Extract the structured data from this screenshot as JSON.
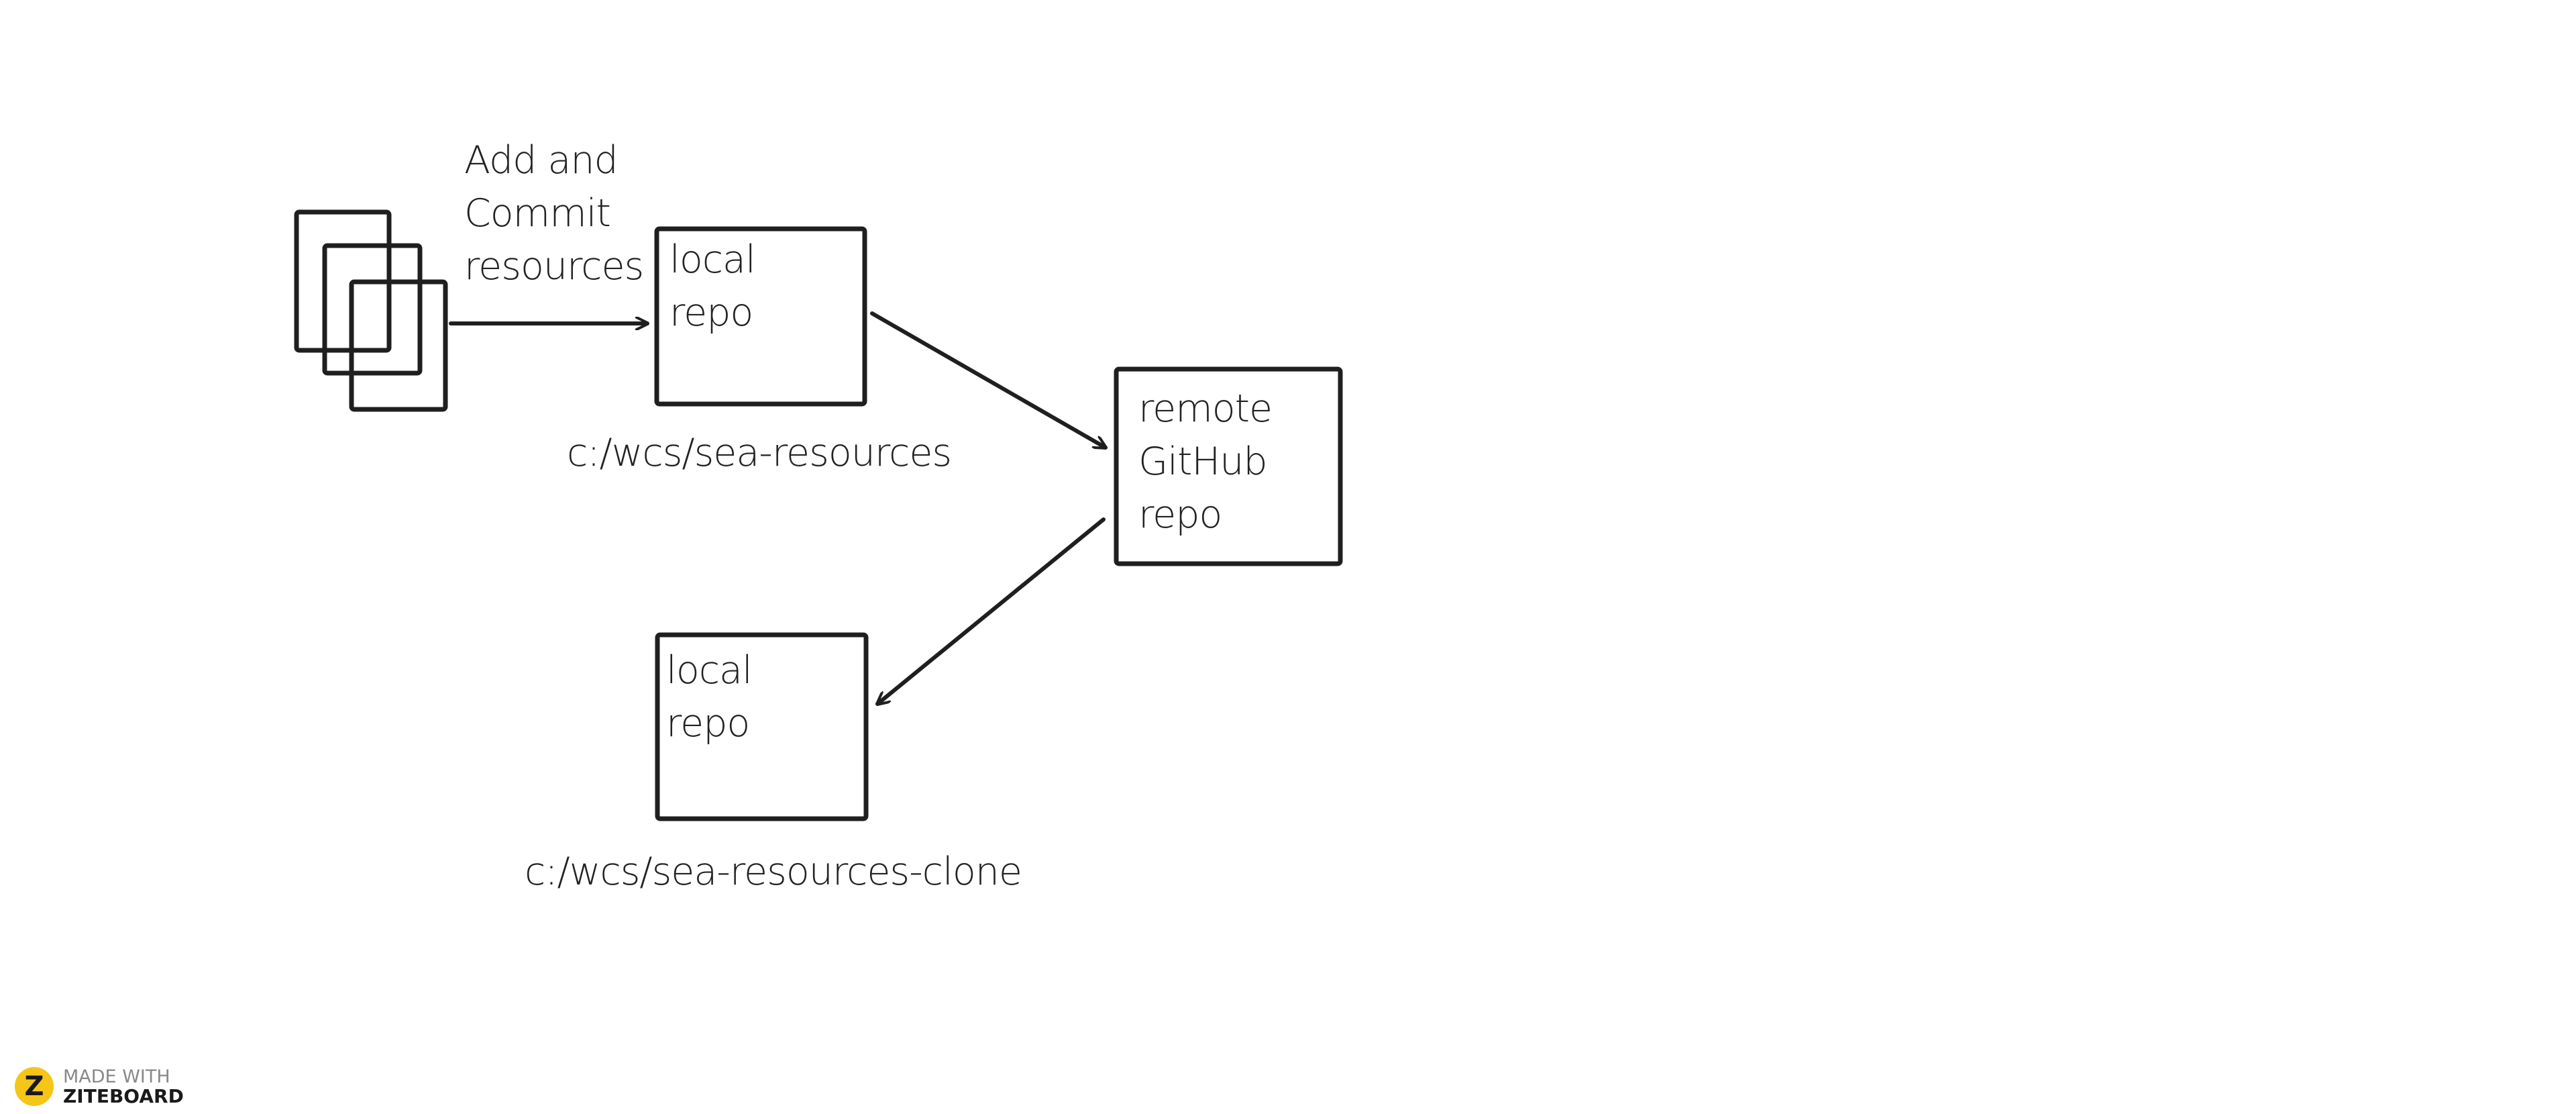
{
  "diagram": {
    "commit_label": [
      "Add and",
      "Commit",
      "resources"
    ],
    "local_repo_1": [
      "local",
      "repo"
    ],
    "local_repo_1_path": "c:/wcs/sea-resources",
    "remote_repo": [
      "remote",
      "GitHub",
      "repo"
    ],
    "local_repo_2": [
      "local",
      "repo"
    ],
    "local_repo_2_path": "c:/wcs/sea-resources-clone"
  },
  "watermark": {
    "logo_letter": "Z",
    "line1": "MADE WITH",
    "line2": "ZITEBOARD"
  },
  "colors": {
    "stroke": "#1f1f1f",
    "text": "#222222",
    "watermark_logo": "#f5c518",
    "background": "#ffffff"
  }
}
